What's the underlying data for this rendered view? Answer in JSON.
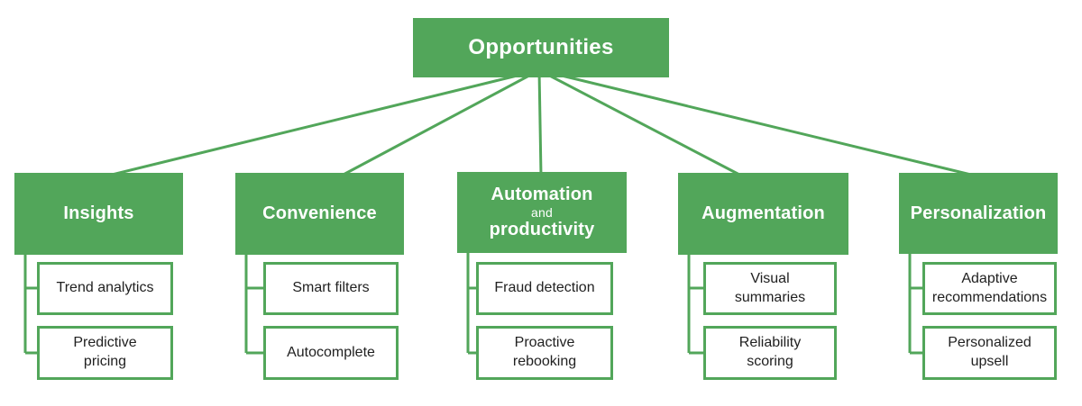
{
  "colors": {
    "green": "#52a65a",
    "leaf_text": "#212121",
    "node_text": "#ffffff",
    "background": "#ffffff"
  },
  "root": {
    "label": "Opportunities"
  },
  "groups": [
    {
      "label": "Insights",
      "children": [
        "Trend analytics",
        "Predictive\npricing"
      ]
    },
    {
      "label": "Convenience",
      "children": [
        "Smart filters",
        "Autocomplete"
      ]
    },
    {
      "label": "Automation",
      "label_small": "and",
      "label_cont": "productivity",
      "children": [
        "Fraud detection",
        "Proactive\nrebooking"
      ]
    },
    {
      "label": "Augmentation",
      "children": [
        "Visual\nsummaries",
        "Reliability\nscoring"
      ]
    },
    {
      "label": "Personalization",
      "children": [
        "Adaptive\nrecommendations",
        "Personalized\nupsell"
      ]
    }
  ]
}
